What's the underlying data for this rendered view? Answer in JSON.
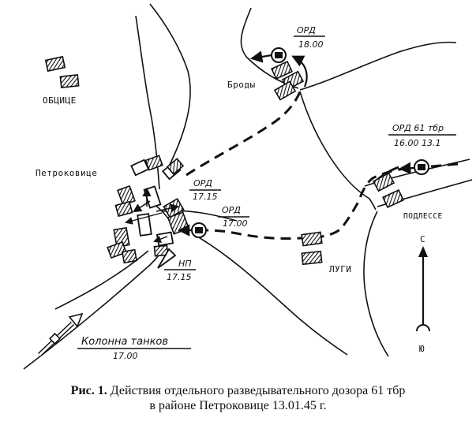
{
  "labels": {
    "obcice": "ОБЦИЦЕ",
    "petrokovice": "Петроковице",
    "brody": "Броды",
    "podlesse": "ПОДЛЕССЕ",
    "lugi": "ЛУГИ"
  },
  "annotations": {
    "ord_brody": {
      "title": "ОРД",
      "time": "18.00"
    },
    "ord_61": {
      "title": "ОРД 61 тбр",
      "time": "16.00 13.1"
    },
    "ord_1715": {
      "title": "ОРД",
      "time": "17.15"
    },
    "ord_1700": {
      "title": "ОРД",
      "time": "17.00"
    },
    "np": {
      "title": "НП",
      "time": "17.15"
    },
    "column": {
      "title": "Колонна танков",
      "time": "17.00"
    }
  },
  "compass": {
    "north": "С",
    "south": "Ю"
  },
  "caption": {
    "prefix": "Рис. 1.",
    "line1": "Действия отдельного разведывательного дозора 61 тбр",
    "line2": "в районе Петроковице 13.01.45 г."
  }
}
